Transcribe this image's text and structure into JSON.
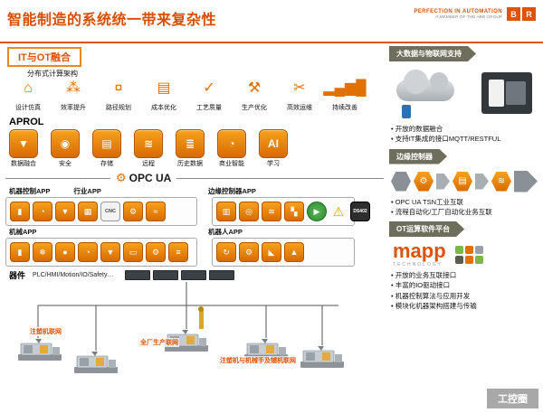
{
  "header": {
    "title": "智能制造的系统统一带来复杂性",
    "logo": {
      "block1": "B",
      "block2": "R",
      "tagline": "PERFECTION IN AUTOMATION",
      "subtagline": "A MEMBER OF THE ABB GROUP"
    }
  },
  "left": {
    "badge": "IT与OT融合",
    "distributed_label": "分布式计算架构",
    "app_icons": [
      {
        "icon": "factory-icon",
        "glyph": "⌂",
        "label": "设计仿真"
      },
      {
        "icon": "network-icon",
        "glyph": "⁂",
        "label": "效率提升"
      },
      {
        "icon": "piggy-bank-icon",
        "glyph": "¤",
        "label": "路径规划"
      },
      {
        "icon": "ledger-icon",
        "glyph": "▤",
        "label": "成本优化"
      },
      {
        "icon": "quality-check-icon",
        "glyph": "✓",
        "label": "工艺质量"
      },
      {
        "icon": "tools-icon",
        "glyph": "⚒",
        "label": "生产优化"
      },
      {
        "icon": "scissors-icon",
        "glyph": "✂",
        "label": "高效运维"
      },
      {
        "icon": "growth-chart-icon",
        "glyph": "▂▄▆█",
        "label": "持续改善"
      }
    ],
    "aprol_label": "APROL",
    "aprol_tiles": [
      {
        "icon": "funnel-icon",
        "glyph": "▼",
        "label": "数据融合"
      },
      {
        "icon": "lock-icon",
        "glyph": "◉",
        "label": "安全"
      },
      {
        "icon": "storage-icon",
        "glyph": "▤",
        "label": "存储"
      },
      {
        "icon": "wifi-icon",
        "glyph": "≋",
        "label": "远程"
      },
      {
        "icon": "history-data-icon",
        "glyph": "≣",
        "label": "历史数据"
      },
      {
        "icon": "bi-pie-icon",
        "glyph": "◔",
        "label": "商业智能"
      },
      {
        "icon": "ai-chip-icon",
        "glyph": "AI",
        "label": "学习"
      }
    ],
    "opcua_label": "OPC UA",
    "labels": {
      "machine_app": "机器控制APP",
      "industry_app": "行业APP",
      "edge_app": "边缘控制器APP",
      "mech_app": "机械APP",
      "robot_app": "机器人APP",
      "device": "器件",
      "device_desc": "PLC/HMI/Motion/IO/Safety…"
    },
    "machine_tiles": [
      {
        "icon": "thermometer-icon",
        "glyph": "▮"
      },
      {
        "icon": "gauge-icon",
        "glyph": "◔"
      },
      {
        "icon": "press-icon",
        "glyph": "▼"
      },
      {
        "icon": "machine-grid-icon",
        "glyph": "▦"
      },
      {
        "icon": "cnc-tile",
        "glyph": "CNC"
      },
      {
        "icon": "gear-icon",
        "glyph": "⚙"
      },
      {
        "icon": "heat-icon",
        "glyph": "≈"
      }
    ],
    "edge_tiles": [
      {
        "icon": "database-icon",
        "glyph": "▥"
      },
      {
        "icon": "coins-icon",
        "glyph": "◎"
      },
      {
        "icon": "rss-icon",
        "glyph": "≋"
      },
      {
        "icon": "sparkline-icon",
        "glyph": "▚"
      },
      {
        "icon": "play-icon",
        "glyph": "▶"
      },
      {
        "icon": "warning-icon",
        "glyph": "⚠"
      },
      {
        "icon": "ds402-chip",
        "glyph": "DS402"
      }
    ],
    "mech_tiles": [
      {
        "icon": "thermometer-icon",
        "glyph": "▮"
      },
      {
        "icon": "snowflake-icon",
        "glyph": "❄"
      },
      {
        "icon": "drop-icon",
        "glyph": "●"
      },
      {
        "icon": "gauge-icon",
        "glyph": "◔"
      },
      {
        "icon": "press-icon",
        "glyph": "▼"
      },
      {
        "icon": "conveyor-icon",
        "glyph": "▭"
      },
      {
        "icon": "gear-icon",
        "glyph": "⚙"
      },
      {
        "icon": "list-icon",
        "glyph": "≡"
      }
    ],
    "robot_tiles": [
      {
        "icon": "rotate-icon",
        "glyph": "↻"
      },
      {
        "icon": "gear-icon",
        "glyph": "⚙"
      },
      {
        "icon": "robot-arm-icon",
        "glyph": "◣"
      },
      {
        "icon": "pointer-icon",
        "glyph": "▲"
      }
    ],
    "network_labels": [
      "注塑机联网",
      "全厂生产联网",
      "注塑机与机械手及辅机联网"
    ]
  },
  "right": {
    "sections": [
      {
        "banner": "大数据与物联网支持",
        "bullets": [
          "开放的数据融合",
          "支持IT集成的接口MQTT/RESTFUL"
        ]
      },
      {
        "banner": "边缘控制器",
        "hex_icons": [
          {
            "icon": "gear-icon",
            "glyph": "⚙"
          },
          {
            "icon": "storage-icon",
            "glyph": "▤"
          },
          {
            "icon": "rss-icon",
            "glyph": "≋"
          }
        ],
        "bullets": [
          "OPC UA TSN工业互联",
          "流程自动化/工厂自动化业务互联"
        ]
      },
      {
        "banner": "OT运算软件平台",
        "brand": "mapp",
        "brand_sub": "TECHNOLOGY",
        "bullets": [
          "开放的业务互联接口",
          "丰富的IO驱动接口",
          "机器控制算法与应用开发",
          "模块化机器架构搭建与传输"
        ]
      }
    ]
  },
  "watermark": "工控圈",
  "colors": {
    "accent": "#E05206",
    "tile_orange": "#E07000",
    "banner_olive": "#6E6E5C",
    "status_green": "#2D8A2D",
    "status_warning": "#E3A800"
  }
}
